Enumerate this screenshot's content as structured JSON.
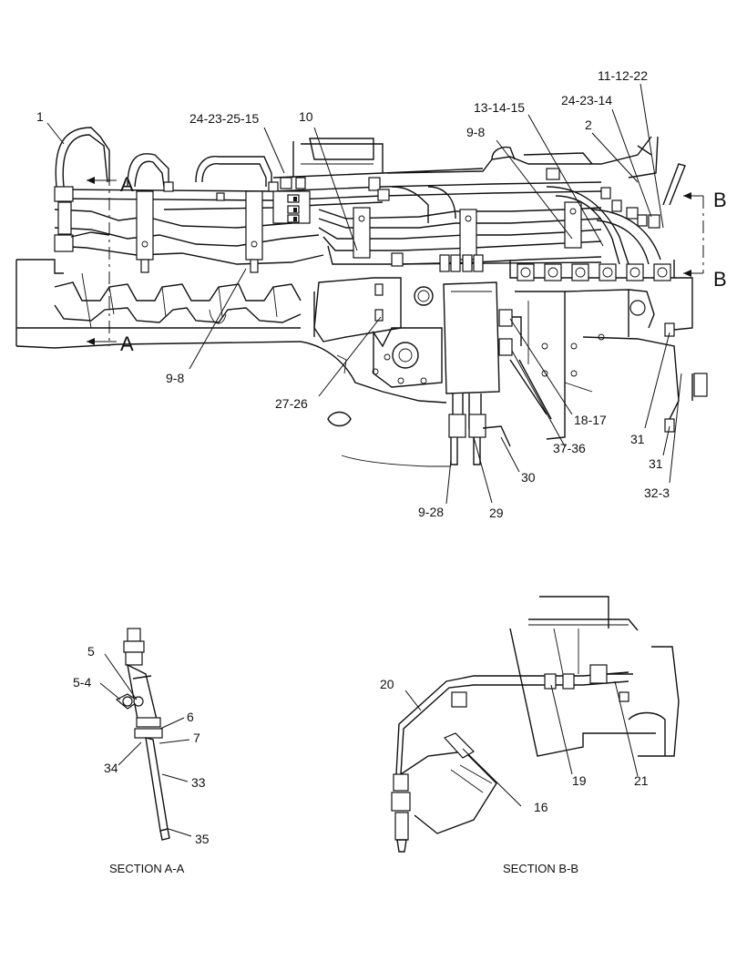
{
  "callouts": {
    "c1": "1",
    "c24_23_25_15": "24-23-25-15",
    "c10": "10",
    "c13_14_15": "13-14-15",
    "c9_8_top": "9-8",
    "c11_12_22": "11-12-22",
    "c24_23_14": "24-23-14",
    "c2": "2",
    "c9_8_left": "9-8",
    "c27_26": "27-26",
    "c18_17": "18-17",
    "c37_36": "37-36",
    "c31_a": "31",
    "c31_b": "31",
    "c32_3": "32-3",
    "c30": "30",
    "c9_28": "9-28",
    "c29": "29",
    "c5": "5",
    "c5_4": "5-4",
    "c6": "6",
    "c7": "7",
    "c34": "34",
    "c33": "33",
    "c35": "35",
    "c20": "20",
    "c19": "19",
    "c21": "21",
    "c16": "16"
  },
  "section_markers": {
    "a_top": "A",
    "a_bottom": "A",
    "b_top": "B",
    "b_bottom": "B"
  },
  "section_titles": {
    "aa": "SECTION A-A",
    "bb": "SECTION B-B"
  }
}
